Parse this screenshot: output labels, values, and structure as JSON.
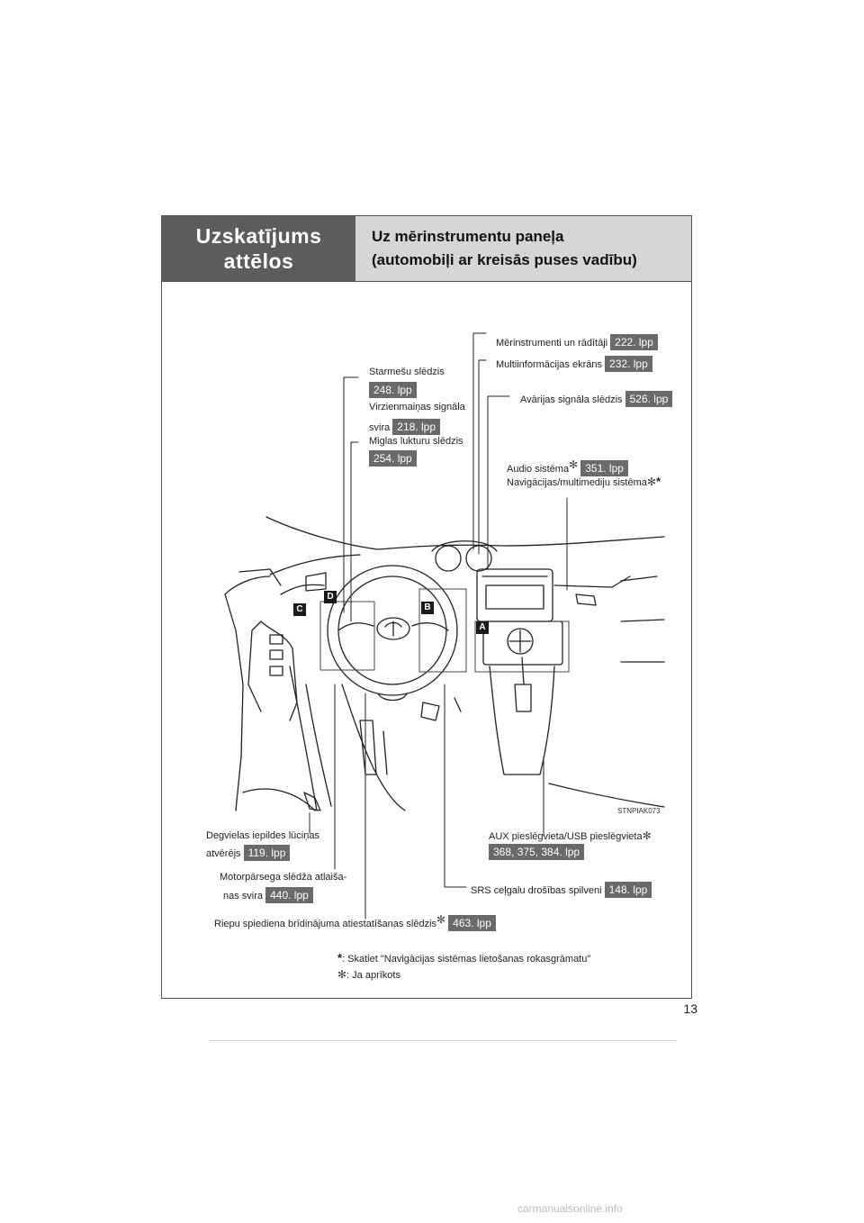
{
  "header": {
    "section_title": "Uzskatījums attēlos",
    "title_line1": "Uz mērinstrumentu paneļa",
    "title_line2": "(automobiļi ar kreisās puses vadību)"
  },
  "labels": {
    "meters": {
      "text": "Mērinstrumenti un rādītāji",
      "page": "222. lpp"
    },
    "multi_display": {
      "text": "Multiinformācijas ekrāns",
      "page": "232. lpp"
    },
    "hazard": {
      "text": "Avārijas signāla slēdzis",
      "page": "526. lpp"
    },
    "headlight": {
      "text": "Starmešu slēdzis",
      "page": "248. lpp"
    },
    "turn_signal": {
      "text_line1": "Virzienmaiņas signāla",
      "text_line2": "svira",
      "page": "218. lpp"
    },
    "fog": {
      "text": "Miglas lukturu slēdzis",
      "page": "254. lpp"
    },
    "audio": {
      "text": "Audio sistēma",
      "page": "351. lpp"
    },
    "navigation": {
      "text": "Navigācijas/multimediju sistēma"
    },
    "fuel_door": {
      "text_line1": "Degvielas iepildes lūciņas",
      "text_line2": "atvērējs",
      "page": "119. lpp"
    },
    "aux": {
      "text": "AUX pieslēgvieta/USB pieslēgvieta",
      "page": "368, 375, 384. lpp"
    },
    "hood": {
      "text_line1": "Motorpārsega slēdža atlaiša-",
      "text_line2": "nas svira",
      "page": "440. lpp"
    },
    "srs": {
      "text": "SRS ceļgalu drošības spilveni",
      "page": "148. lpp"
    },
    "tire": {
      "text": "Riepu spiediena brīdinājuma atiestatīšanas slēdzis",
      "page": "463. lpp"
    }
  },
  "badges": {
    "a": "A",
    "b": "B",
    "c": "C",
    "d": "D"
  },
  "image_code": "STNPIAK073",
  "notes": {
    "note1_symbol": "*",
    "note1": ": Skatiet \"Navigācijas sistēmas lietošanas rokasgrāmatu\"",
    "note2_symbol": "✻",
    "note2": ": Ja aprīkots"
  },
  "page_number": "13",
  "watermark": "carmanualsonline.info"
}
